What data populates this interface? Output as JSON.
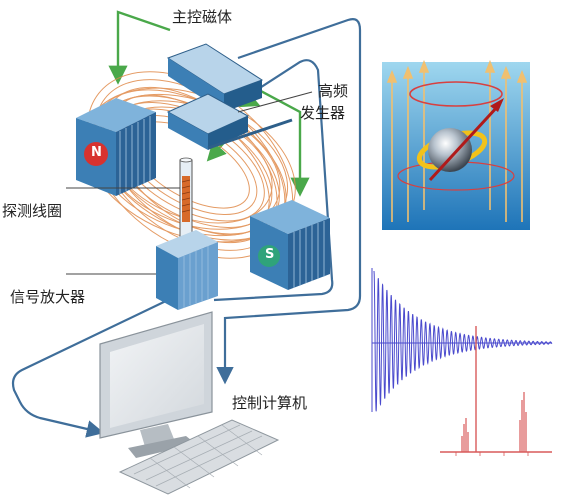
{
  "labels": {
    "main_magnet": "主控磁体",
    "rf_line1": "高频",
    "rf_line2": "发生器",
    "probe_coil": "探测线圈",
    "amplifier": "信号放大器",
    "computer": "控制计算机",
    "pole_n": "N",
    "pole_s": "S"
  },
  "colors": {
    "magnet_face": "#3c7fb5",
    "magnet_top": "#b8d4ea",
    "pole_n": "#d7322f",
    "pole_s": "#2fa37a",
    "field_lines": "#e08a4a",
    "control_lines": "#3f6e9a",
    "green_arrows": "#4aa84a",
    "fid_signal": "#4a4acd",
    "spectrum": "#d85a5a"
  },
  "icons": {
    "spin_inset": "spin-precession-icon",
    "fid_plot": "fid-signal-icon",
    "spectrum_plot": "spectrum-peaks-icon"
  }
}
